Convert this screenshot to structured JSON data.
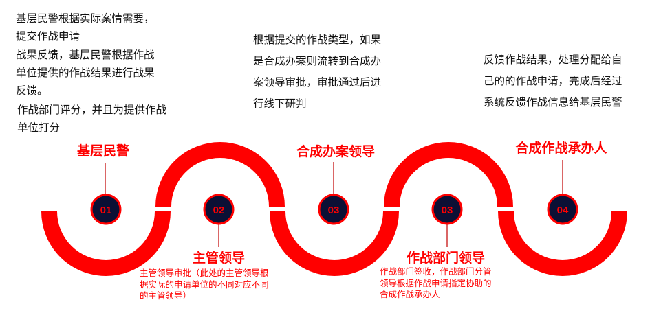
{
  "colors": {
    "accent": "#ff0000",
    "circle_fill": "#0b1035",
    "text": "#111111"
  },
  "descriptions": {
    "left": {
      "lines": [
        "基层民警根据实际案情需要，",
        "提交作战申请",
        "战果反馈，基层民警根据作战",
        "单位提供的作战结果进行战果",
        "反馈。",
        "作战部门评分，并且为提供作战",
        "单位打分"
      ]
    },
    "middle": {
      "lines": [
        "根据提交的作战类型，如果",
        "是合成办案则流转到合成办",
        "案领导审批，审批通过后进",
        "行线下研判"
      ]
    },
    "right": {
      "lines": [
        "反馈作战结果，处理分配给自",
        "己的的作战申请，完成后经过",
        "系统反馈作战信息给基层民警"
      ]
    }
  },
  "steps": [
    {
      "number": "01",
      "title": "基层民警"
    },
    {
      "number": "02",
      "title": "主管领导",
      "note": [
        "主管领导审批（此处的主管领导根",
        "据实际的申请单位的不同对应不同",
        "的主管领导）"
      ]
    },
    {
      "number": "03",
      "title": "合成办案领导"
    },
    {
      "number": "03",
      "title": "作战部门领导",
      "note": [
        "作战部门签收，作战部门分管",
        "领导根据作战申请指定协助的",
        "合成作战承办人"
      ]
    },
    {
      "number": "04",
      "title": "合成作战承办人"
    }
  ]
}
